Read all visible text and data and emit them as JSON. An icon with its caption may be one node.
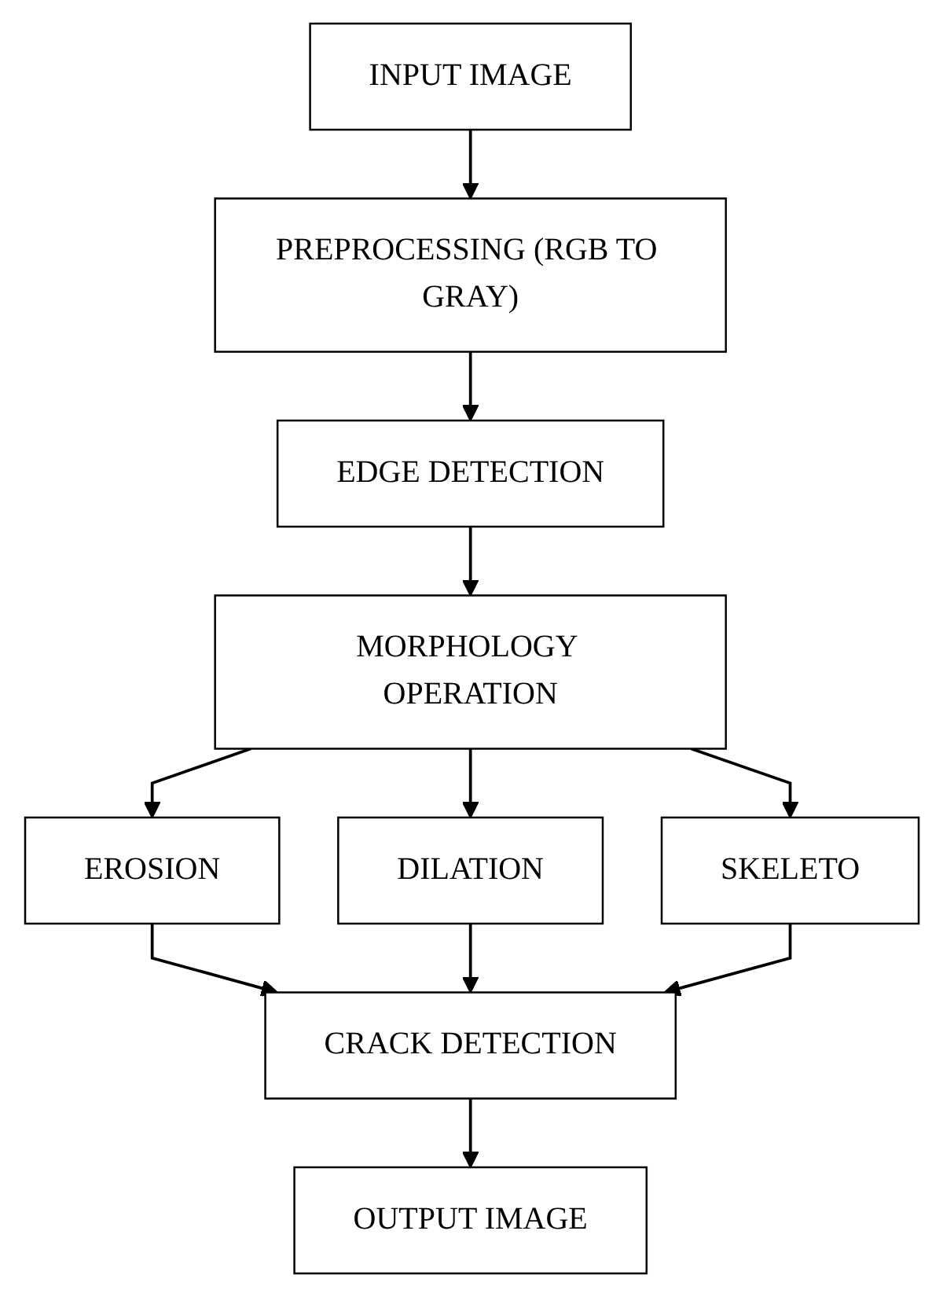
{
  "diagram": {
    "nodes": [
      {
        "text": [
          "INPUT IMAGE"
        ]
      },
      {
        "text": [
          "PREPROCESSING (RGB TO GRAY)"
        ]
      },
      {
        "text": [
          "EDGE DETECTION"
        ]
      },
      {
        "text": [
          "MORPHOLOGY OPERATION"
        ]
      },
      {
        "text": [
          "EROSION"
        ]
      },
      {
        "text": [
          "DILATION"
        ]
      },
      {
        "text": [
          "SKELETO"
        ]
      },
      {
        "text": [
          "CRACK DETECTION"
        ]
      },
      {
        "text": [
          "OUTPUT IMAGE"
        ]
      }
    ],
    "edges": [
      {
        "from": 0,
        "to": 1,
        "arrow": "to"
      },
      {
        "from": 1,
        "to": 2,
        "arrow": "to"
      },
      {
        "from": 2,
        "to": 3,
        "arrow": "to"
      },
      {
        "from": 3,
        "to": 4,
        "arrow": "to"
      },
      {
        "from": 3,
        "to": 5,
        "arrow": "to"
      },
      {
        "from": 3,
        "to": 6,
        "arrow": "to"
      },
      {
        "from": 4,
        "to": 7,
        "arrow": "to"
      },
      {
        "from": 5,
        "to": 7,
        "arrow": "to"
      },
      {
        "from": 6,
        "to": 7,
        "arrow": "to"
      },
      {
        "from": 7,
        "to": 8,
        "arrow": "to"
      }
    ]
  }
}
